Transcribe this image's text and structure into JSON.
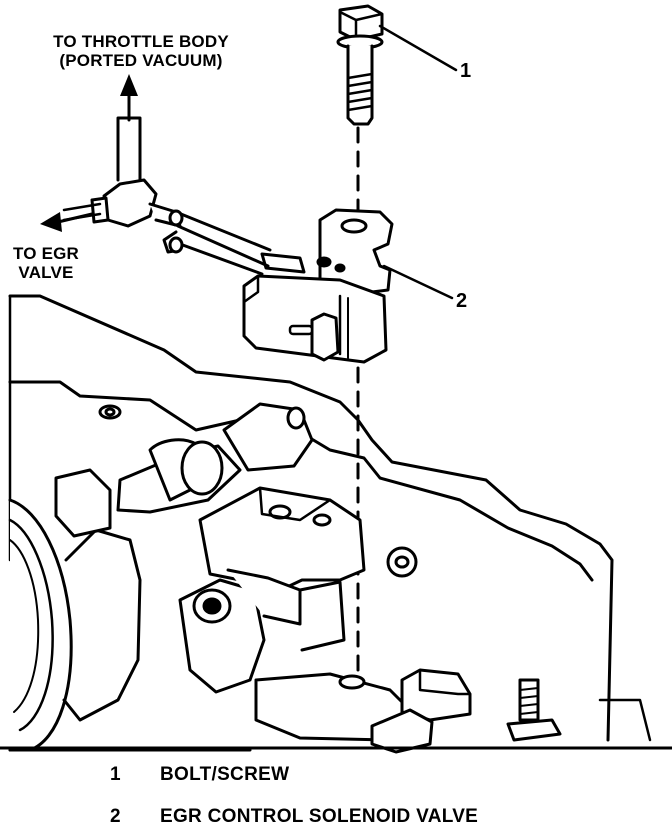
{
  "labels": {
    "throttle_line1": "TO THROTTLE BODY",
    "throttle_line2": "(PORTED VACUUM)",
    "egr_line1": "TO EGR",
    "egr_line2": "VALVE"
  },
  "callouts": [
    "1",
    "2"
  ],
  "legend": [
    {
      "num": "1",
      "text": "BOLT/SCREW"
    },
    {
      "num": "2",
      "text": "EGR CONTROL SOLENOID VALVE"
    }
  ]
}
